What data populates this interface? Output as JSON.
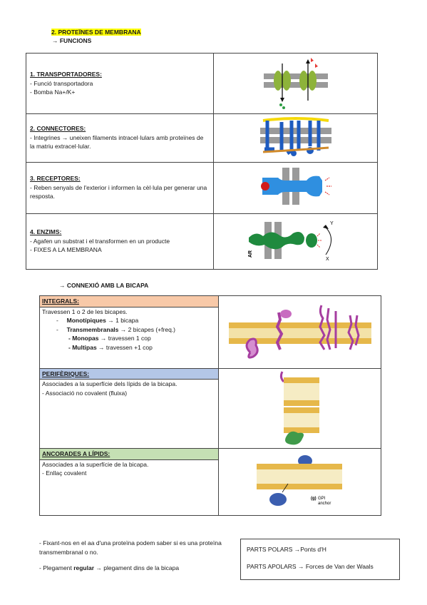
{
  "heading": {
    "title": "2. PROTEÏNES DE MEMBRANA",
    "subtitle": "→ FUNCIONS"
  },
  "functions": [
    {
      "title": "1. TRANSPORTADORES:",
      "lines": [
        "- Funció transportadora",
        "- Bomba Na+/K+"
      ]
    },
    {
      "title": "2. CONNECTORES:",
      "lines": [
        "- Integrines → uneixen filaments intracel·lulars amb proteïnes de la matriu extracel·lular."
      ]
    },
    {
      "title": "3. RECEPTORES:",
      "lines": [
        "- Reben senyals de l'exterior i informen la cèl·lula per generar una resposta."
      ]
    },
    {
      "title": "4. ENZIMS:",
      "lines": [
        "- Agafen un substrat i el transformen en un producte",
        "- FIXES A LA MEMBRANA"
      ]
    }
  ],
  "connection": {
    "title": "→  CONNEXIÓ AMB LA BICAPA"
  },
  "integrals": {
    "header": "INTEGRALS:",
    "header_color": "#f8c9a8",
    "line1": "Travessen 1 o 2 de les bicapes.",
    "mono_b": "Monotípiques",
    "mono_r": " → 1 bicapa",
    "trans_b": "Transmembranals",
    "trans_r": " → 2 bicapes (+freq.)",
    "monopas_b": "- Monopas",
    "monopas_r": " → travessen 1 cop",
    "multipas_b": "- Multipas",
    "multipas_r": " → travessen +1 cop"
  },
  "periferiques": {
    "header": "PERIFÈRIQUES:",
    "header_color": "#b4c7e7",
    "line1": "Associades a la superfície dels lípids de la bicapa.",
    "line2": "- Associació no covalent (fluixa)"
  },
  "ancorades": {
    "header": "ANCORADES A LÍPIDS:",
    "header_color": "#c5e0b4",
    "line1": "Associades a la superfície de la bicapa.",
    "line2": "- Enllaç covalent",
    "fig_label": "(g)",
    "fig_text1": "GPI",
    "fig_text2": "anchor"
  },
  "footer": {
    "note1": "- Fixant-nos en el aa d'una proteïna podem saber si es una proteïna transmembranal o no.",
    "note2_a": "- Plegament ",
    "note2_b": "regular",
    "note2_c": " → plegament dins de la bicapa"
  },
  "parts_box": {
    "line1": "PARTS POLARS →Ponts d'H",
    "line2": "PARTS APOLARS → Forces de Van der Waals"
  },
  "enzyme_labels": {
    "ar": "AR",
    "y": "Y",
    "x": "X"
  }
}
